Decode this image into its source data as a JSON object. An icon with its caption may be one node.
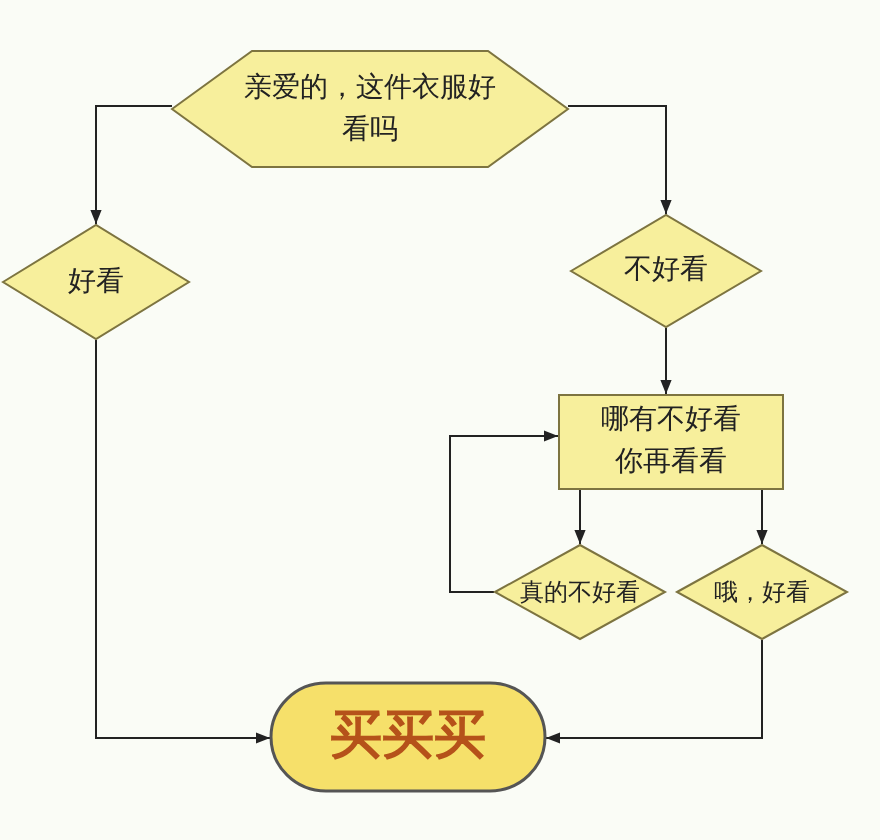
{
  "diagram": {
    "nodes": [
      {
        "text": [
          "亲爱的，这件衣服好看吗"
        ]
      },
      {
        "text": [
          "好看"
        ]
      },
      {
        "text": [
          "不好看"
        ]
      },
      {
        "text": [
          "哪有不好看你再看看"
        ]
      },
      {
        "text": [
          "真的不好看"
        ]
      },
      {
        "text": [
          "哦，好看"
        ]
      },
      {
        "text": [
          "买买买"
        ]
      }
    ],
    "edges": [
      {
        "from": 0,
        "to": 1,
        "arrow": "to"
      },
      {
        "from": 0,
        "to": 2,
        "arrow": "to"
      },
      {
        "from": 2,
        "to": 3,
        "arrow": "to"
      },
      {
        "from": 3,
        "to": 4,
        "arrow": "to"
      },
      {
        "from": 3,
        "to": 5,
        "arrow": "to"
      },
      {
        "from": 4,
        "to": 3,
        "arrow": "to"
      },
      {
        "from": 1,
        "to": 6,
        "arrow": "to"
      },
      {
        "from": 5,
        "to": 6,
        "arrow": "to"
      }
    ]
  }
}
